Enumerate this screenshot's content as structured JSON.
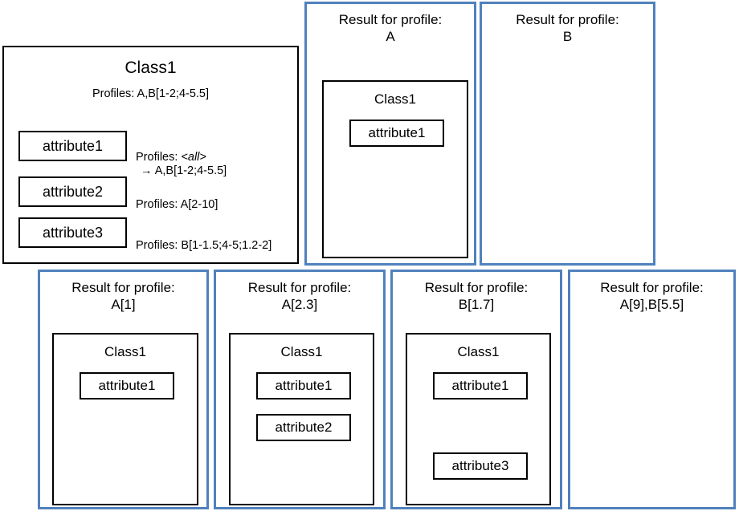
{
  "diagram": {
    "source_class": {
      "name": "Class1",
      "profiles_label": "Profiles: A,B[1-2;4-5.5]",
      "attributes": [
        {
          "name": "attribute1",
          "note_line1": "Profiles: ",
          "note_all": "<all>",
          "note_line2": "→ A,B[1-2;4-5.5]"
        },
        {
          "name": "attribute2",
          "note_line1": "Profiles: A[2-10]",
          "note_all": "",
          "note_line2": ""
        },
        {
          "name": "attribute3",
          "note_line1": "Profiles: B[1-1.5;4-5;1.2-2]",
          "note_all": "",
          "note_line2": ""
        }
      ]
    },
    "result_title_prefix": "Result for profile:",
    "results": [
      {
        "id": "A",
        "profile": "A",
        "class_name": "Class1",
        "has_class": true,
        "attributes": [
          "attribute1"
        ]
      },
      {
        "id": "B",
        "profile": "B",
        "class_name": "",
        "has_class": false,
        "attributes": []
      },
      {
        "id": "A1",
        "profile": "A[1]",
        "class_name": "Class1",
        "has_class": true,
        "attributes": [
          "attribute1"
        ]
      },
      {
        "id": "A23",
        "profile": "A[2.3]",
        "class_name": "Class1",
        "has_class": true,
        "attributes": [
          "attribute1",
          "attribute2"
        ]
      },
      {
        "id": "B17",
        "profile": "B[1.7]",
        "class_name": "Class1",
        "has_class": true,
        "attributes": [
          "attribute1",
          "attribute3"
        ]
      },
      {
        "id": "A9B55",
        "profile": "A[9],B[5.5]",
        "class_name": "",
        "has_class": false,
        "attributes": []
      }
    ]
  },
  "colors": {
    "result_border": "#4f81bd",
    "box_border": "#000000",
    "background": "#ffffff"
  }
}
